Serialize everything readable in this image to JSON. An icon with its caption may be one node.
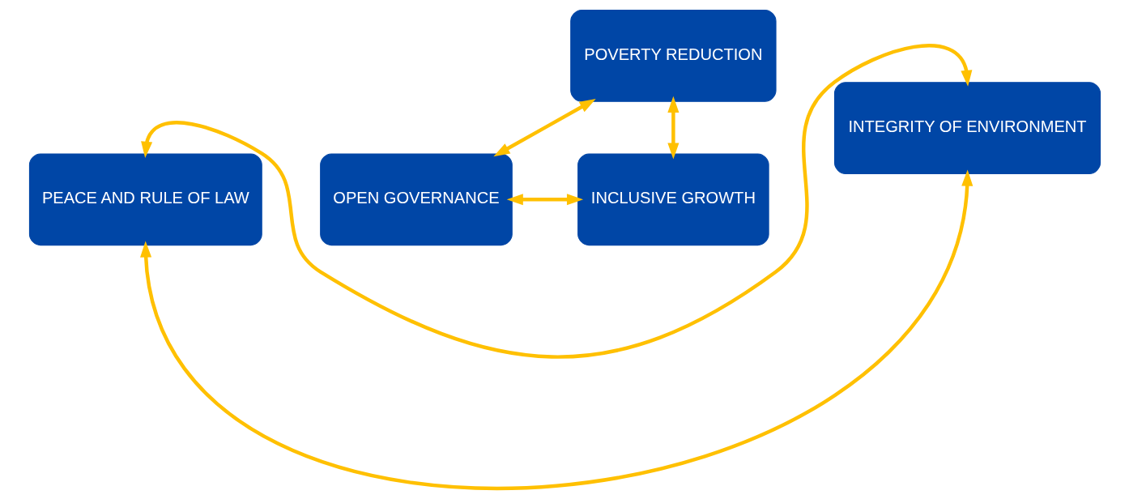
{
  "diagram": {
    "nodes": [
      {
        "text": [
          "PEACE AND RULE OF LAW"
        ]
      },
      {
        "text": [
          "OPEN GOVERNANCE"
        ]
      },
      {
        "text": [
          "POVERTY REDUCTION"
        ]
      },
      {
        "text": [
          "INCLUSIVE GROWTH"
        ]
      },
      {
        "text": [
          "INTEGRITY OF ENVIRONMENT"
        ]
      }
    ],
    "edges": [
      {
        "from": 0,
        "to": 4,
        "arrow": "both"
      },
      {
        "from": 1,
        "to": 2,
        "arrow": "both"
      },
      {
        "from": 2,
        "to": 3,
        "arrow": "both"
      },
      {
        "from": 1,
        "to": 3,
        "arrow": "both"
      },
      {
        "from": 0,
        "to": 4,
        "arrow": "both"
      }
    ]
  }
}
